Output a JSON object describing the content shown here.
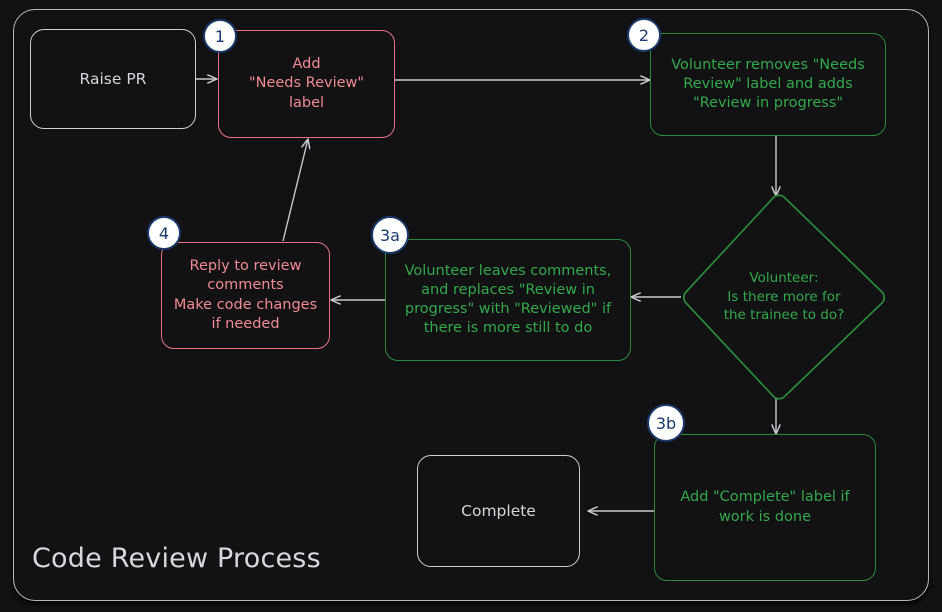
{
  "diagram": {
    "title": "Code Review Process",
    "background_color": "#131316",
    "frame_border_color": "#b9b9bd",
    "colors": {
      "pink_border": "#e8737f",
      "pink_text": "#f08a92",
      "green_border": "#2a8a3a",
      "green_text": "#33a84a",
      "terminal_border": "#cfcfd3",
      "terminal_text": "#d5d5d9",
      "edge": "#c9c9cd",
      "badge_ring": "#1b3a6b",
      "badge_fill": "#ffffff"
    }
  },
  "nodes": {
    "raise_pr": {
      "label": "Raise PR",
      "type": "terminal"
    },
    "add_needs_review": {
      "label": "Add\n\"Needs Review\"\nlabel",
      "type": "action-pink",
      "badge": "1"
    },
    "volunteer_removes": {
      "label": "Volunteer removes \"Needs\nReview\" label and adds\n\"Review in progress\"",
      "type": "action-green",
      "badge": "2"
    },
    "decision": {
      "label": "Volunteer:\nIs there more for\nthe trainee to do?",
      "type": "decision-green"
    },
    "volunteer_leaves_comments": {
      "label": "Volunteer leaves comments,\nand replaces \"Review in\nprogress\" with \"Reviewed\" if\nthere is more still to do",
      "type": "action-green",
      "badge": "3a"
    },
    "reply_to_review": {
      "label": "Reply to review\ncomments\nMake code changes\nif needed",
      "type": "action-pink",
      "badge": "4"
    },
    "add_complete": {
      "label": "Add \"Complete\" label if\nwork is done",
      "type": "action-green",
      "badge": "3b"
    },
    "complete": {
      "label": "Complete",
      "type": "terminal"
    }
  },
  "badges": {
    "one": "1",
    "two": "2",
    "three_a": "3a",
    "three_b": "3b",
    "four": "4"
  },
  "edges": [
    {
      "from": "raise_pr",
      "to": "add_needs_review",
      "label": ""
    },
    {
      "from": "add_needs_review",
      "to": "volunteer_removes",
      "label": ""
    },
    {
      "from": "volunteer_removes",
      "to": "decision",
      "label": ""
    },
    {
      "from": "decision",
      "to": "volunteer_leaves_comments",
      "label": ""
    },
    {
      "from": "decision",
      "to": "add_complete",
      "label": ""
    },
    {
      "from": "volunteer_leaves_comments",
      "to": "reply_to_review",
      "label": ""
    },
    {
      "from": "reply_to_review",
      "to": "add_needs_review",
      "label": ""
    },
    {
      "from": "add_complete",
      "to": "complete",
      "label": ""
    }
  ]
}
